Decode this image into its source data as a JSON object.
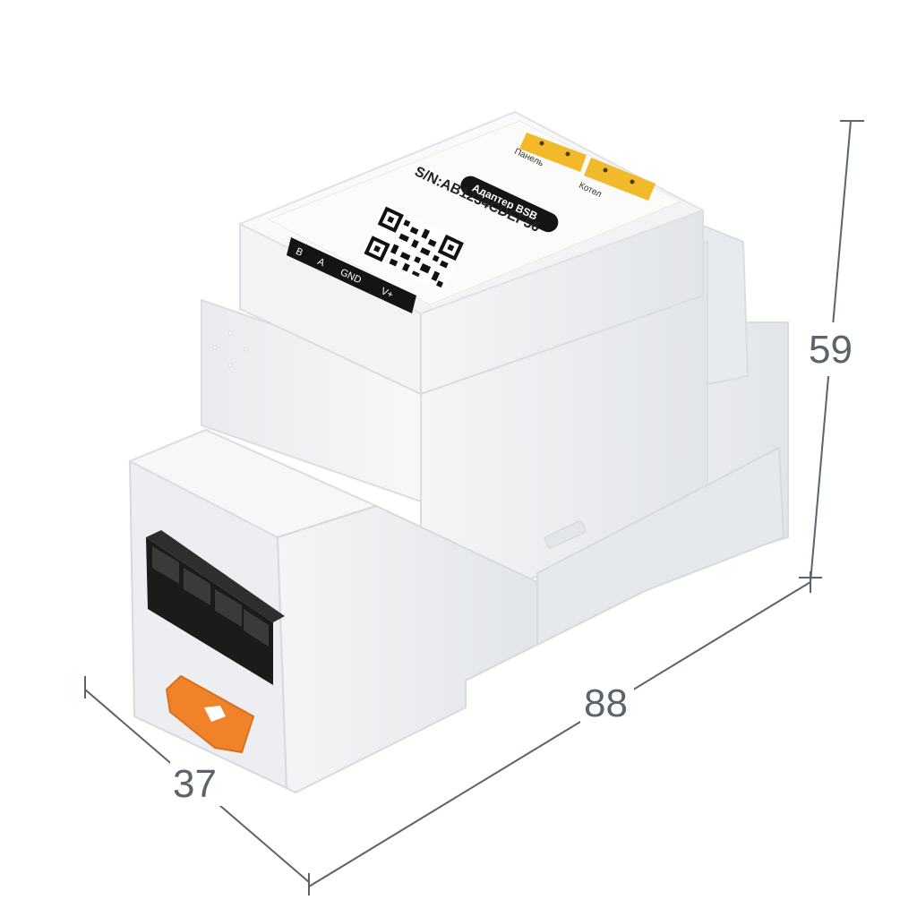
{
  "dimensions": {
    "height": "59",
    "length": "88",
    "depth": "37"
  },
  "device_label": {
    "badge": "Адаптер BSB",
    "serial": "S/N:AB1234CDEF56",
    "port_panel": "Панель",
    "port_boiler": "Котел",
    "pins": [
      "B",
      "A",
      "GND",
      "V+"
    ]
  },
  "colors": {
    "housing": "#eef0f2",
    "accent": "#f2b92a",
    "clip": "#f0832a",
    "terminal": "#1b1b1b",
    "dimension_text": "#5b636b"
  }
}
